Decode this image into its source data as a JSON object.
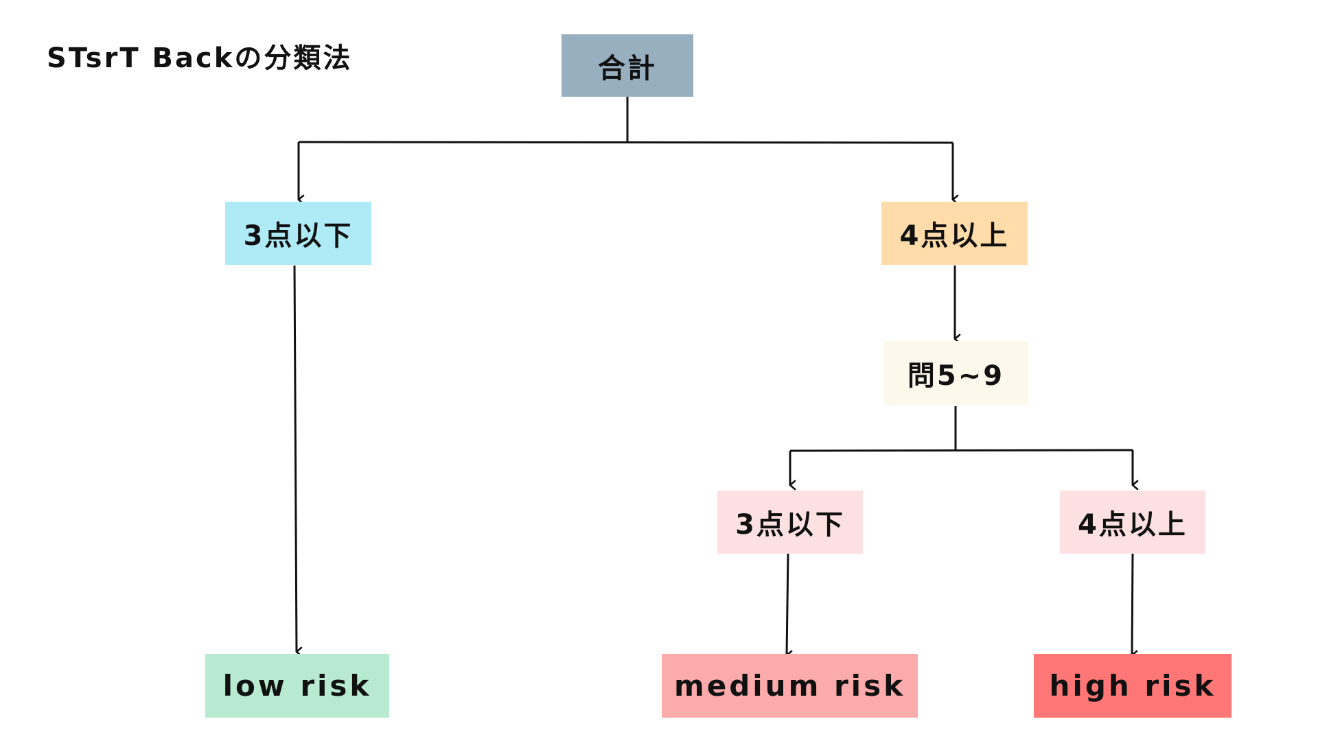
{
  "title": "STsrT Backの分類法",
  "nodes": {
    "total": {
      "label": "合計",
      "color": "#97AFBE"
    },
    "left_le3": {
      "label": "3点以下",
      "color": "#AEEBF6"
    },
    "right_ge4": {
      "label": "4点以上",
      "color": "#FFDCA9"
    },
    "q5_9": {
      "label": "問5~9",
      "color": "#FDF8EC"
    },
    "sub_le3": {
      "label": "3点以下",
      "color": "#FDE0E1"
    },
    "sub_ge4": {
      "label": "4点以上",
      "color": "#FDE0E1"
    },
    "low_risk": {
      "label": "low risk",
      "color": "#B8EAD2"
    },
    "medium_risk": {
      "label": "medium risk",
      "color": "#FBABAB"
    },
    "high_risk": {
      "label": "high risk",
      "color": "#FE7776"
    }
  }
}
